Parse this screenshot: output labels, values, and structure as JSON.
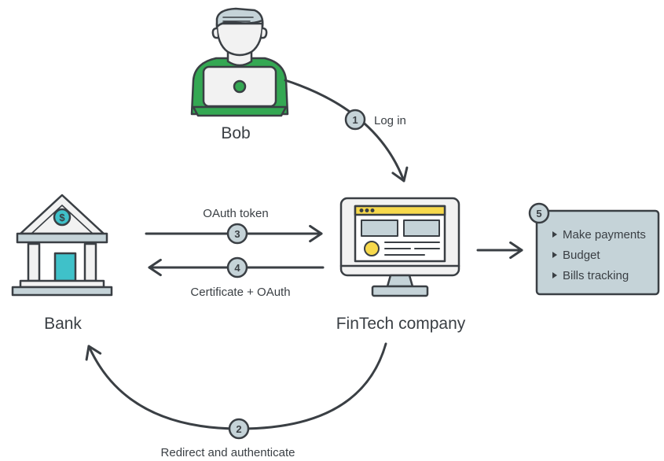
{
  "actors": {
    "bob": "Bob",
    "bank": "Bank",
    "fintech": "FinTech company"
  },
  "steps": [
    {
      "number": "1",
      "label": "Log in"
    },
    {
      "number": "2",
      "label": "Redirect and authenticate"
    },
    {
      "number": "3",
      "label": "OAuth token"
    },
    {
      "number": "4",
      "label": "Certificate + OAuth"
    },
    {
      "number": "5",
      "label": ""
    }
  ],
  "services": {
    "items": [
      "Make payments",
      "Budget",
      "Bills tracking"
    ]
  },
  "icons": {
    "bob": "user-with-laptop-icon",
    "bank": "bank-building-icon",
    "fintech": "desktop-computer-icon",
    "bank_coin": "dollar-coin-icon"
  },
  "colors": {
    "outline": "#3a3f44",
    "green": "#34a853",
    "teal": "#3fc1c9",
    "yellow": "#f7d94c",
    "box_fill": "#c5d3d8",
    "skin": "#f2f2f2"
  }
}
